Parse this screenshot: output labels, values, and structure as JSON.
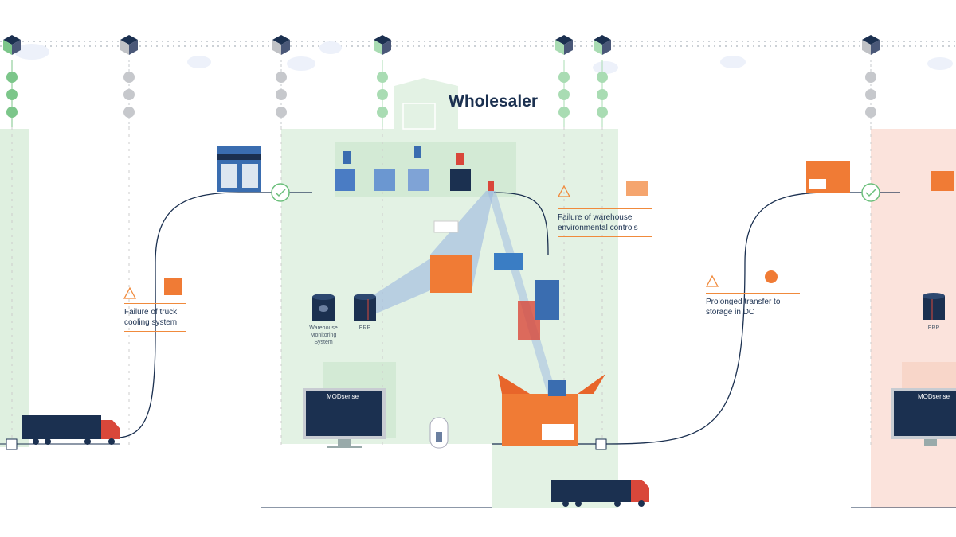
{
  "title": "Wholesaler",
  "risks": [
    {
      "text": "Failure of truck cooling system",
      "icon": "warning-icon"
    },
    {
      "text": "Failure of warehouse environmental controls",
      "icon": "warning-icon"
    },
    {
      "text": "Prolonged transfer to storage in DC",
      "icon": "warning-icon"
    }
  ],
  "systems": {
    "wms": "Warehouse Monitoring System",
    "erp_left": "ERP",
    "erp_right": "ERP",
    "modsense_left": "MODsense",
    "modsense_right": "MODsense"
  },
  "colors": {
    "green_zone": "#dff0e0",
    "red_zone": "#fbe3dc",
    "navy": "#1b3050",
    "orange": "#f07b35",
    "accent_green": "#7cc68a"
  }
}
